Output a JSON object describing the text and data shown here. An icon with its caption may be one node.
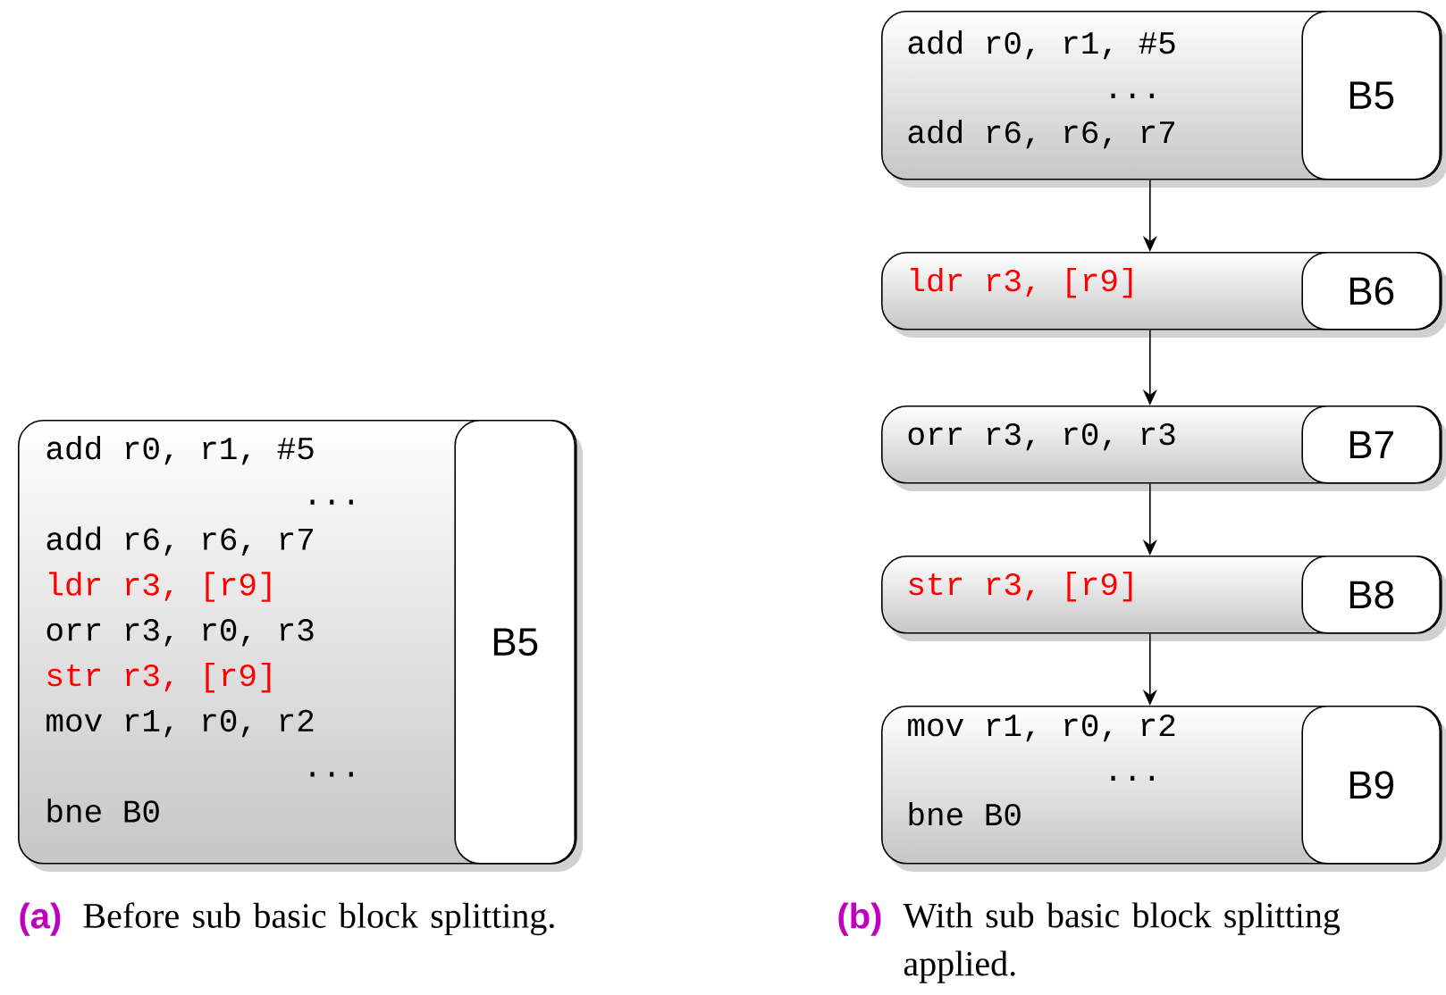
{
  "diagram": {
    "nodes": [
      {
        "text": [
          "add r0, r1, #5",
          "...",
          "add r6, r6, r7",
          "ldr r3, [r9]",
          "orr r3, r0, r3",
          "str r3, [r9]",
          "mov r1, r0, r2",
          "...",
          "bne B0"
        ]
      },
      {
        "text": [
          "B5"
        ],
        "in": 0
      },
      {
        "text": [
          "add r0, r1, #5",
          "...",
          "add r6, r6, r7"
        ]
      },
      {
        "text": [
          "B5"
        ],
        "in": 2
      },
      {
        "text": [
          "ldr r3, [r9]"
        ]
      },
      {
        "text": [
          "B6"
        ],
        "in": 4
      },
      {
        "text": [
          "orr r3, r0, r3"
        ]
      },
      {
        "text": [
          "B7"
        ],
        "in": 6
      },
      {
        "text": [
          "str r3, [r9]"
        ]
      },
      {
        "text": [
          "B8"
        ],
        "in": 8
      },
      {
        "text": [
          "mov r1, r0, r2",
          "...",
          "bne B0"
        ]
      },
      {
        "text": [
          "B9"
        ],
        "in": 10
      }
    ],
    "edges": [
      {
        "from": 2,
        "to": 4,
        "arrow": "to"
      },
      {
        "from": 4,
        "to": 6,
        "arrow": "to"
      },
      {
        "from": 6,
        "to": 8,
        "arrow": "to"
      },
      {
        "from": 8,
        "to": 10,
        "arrow": "to"
      }
    ],
    "labels": [
      "(a)",
      "Before sub basic block splitting.",
      "(b)",
      "With sub basic block splitting applied."
    ]
  }
}
